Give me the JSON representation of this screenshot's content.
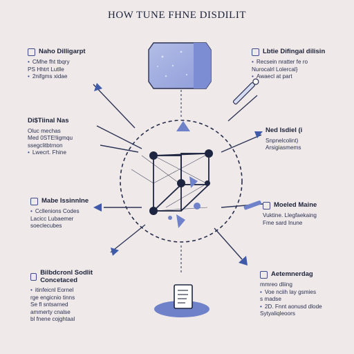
{
  "title": "HOW TUNE FHNE DISDILIT",
  "blocks": {
    "left1": {
      "heading": "Naho Dilligarpt",
      "lines": [
        "CMhe fht tbqry",
        "PS Hhtrt Lutlle",
        "2nifgms xidae"
      ]
    },
    "left2": {
      "heading": "Di$Tiinal Nas",
      "lines": [
        "Oluc mechas",
        "Med 0STE!ligmqu",
        "ssegclitbtrnon",
        "Lwecrt. Fhine"
      ]
    },
    "left3": {
      "heading": "Mabe Issinnlne",
      "lines": [
        "Ccllenions Codes",
        "Lacicc Lubaemer",
        "soeclecubes"
      ]
    },
    "left4": {
      "heading": "Bilbdcronl Sodlit Concetaced",
      "lines": [
        "itinfeicnl Eornel",
        "rge engicnio tinns",
        "Se fl sntsarned",
        "ammerty cnalse",
        "bl fnene cojghtaal"
      ]
    },
    "right1": {
      "heading": "Lbtie Difingal dilisin",
      "lines": [
        "Recsein nratter fe ro",
        "Nurocalrl Lolercal}",
        "Awaecl at part"
      ]
    },
    "right2": {
      "heading": "Ned Isdiel (i",
      "lines": [
        "Snpnelcolint)",
        "Arsigiasmems"
      ]
    },
    "right3": {
      "heading": "Moeled Maine",
      "lines": [
        "Vuktine. Llegfaekaing",
        "Fme sard Inune"
      ]
    },
    "right4": {
      "heading": "Aetemnerdag",
      "lines": [
        "mmreo dliing",
        "Voe nciih lay gsmies",
        "s madse",
        "2D. Fnnt aonusd dlode",
        "Sytyaliqleoors"
      ]
    }
  },
  "colors": {
    "accent": "#6f82c9",
    "dark": "#1e2540",
    "background": "#efe9e9"
  },
  "icons": [
    "database-cube-icon",
    "neural-network-icon",
    "document-icon",
    "pen-icon",
    "pencil-icon"
  ]
}
